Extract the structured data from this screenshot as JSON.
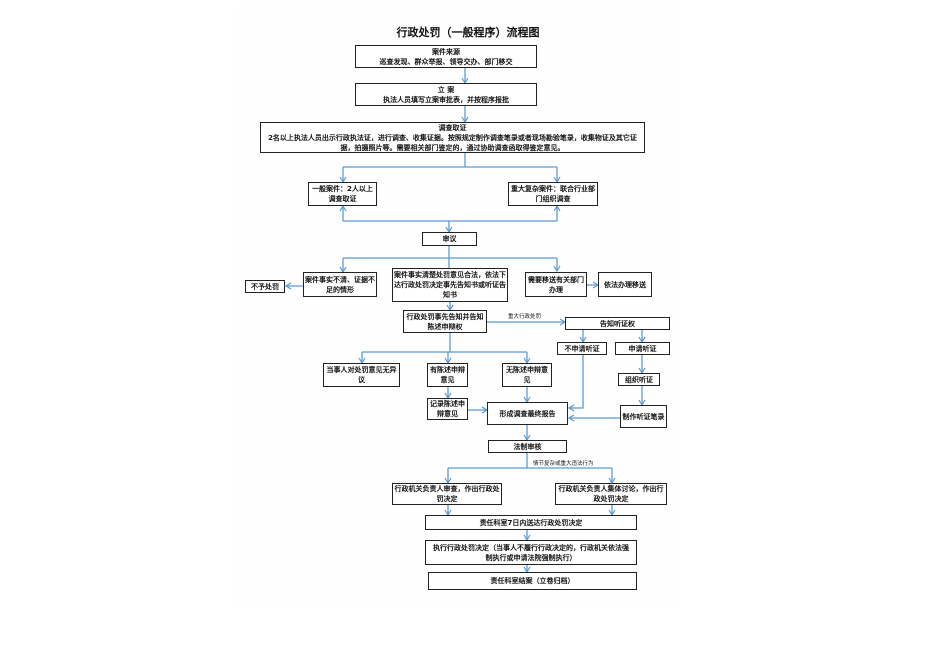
{
  "title": "行政处罚（一般程序）流程图",
  "source": {
    "head": "案件来源",
    "body": "巡查发现、群众举报、领导交办、部门移交"
  },
  "filing": {
    "head": "立  案",
    "body": "执法人员填写立案审批表，并按程序报批"
  },
  "investigation": {
    "head": "调查取证",
    "body": "2名以上执法人员出示行政执法证，进行调查、收集证据。按照规定制作调查笔录或者现场勘验笔录，收集物证及其它证据，拍摄照片等。需要相关部门鉴定的，通过协助调查函取得鉴定意见。"
  },
  "general_case": "一般案件：2人以上调查取证",
  "major_case": "重大复杂案件：联合行业部门组织调查",
  "review": "审议",
  "unclear": "案件事实不清、证据不足的情形",
  "no_penalty": "不予处罚",
  "clear": "案件事实清楚处罚意见合法，依法下达行政处罚决定事先告知书或听证告知书",
  "transfer": "需要移送有关部门办理",
  "transfer_done": "依法办理移送",
  "notify": "行政处罚事先告知并告知陈述申辩权",
  "major_penalty_label": "重大行政处罚",
  "hearing_right": "告知听证权",
  "no_hearing": "不申请听证",
  "apply_hearing": "申请听证",
  "no_objection": "当事人对处罚意见无异议",
  "has_statement": "有陈述申辩意见",
  "no_statement": "无陈述申辩意见",
  "record_statement": "记录陈述申辩意见",
  "final_report": "形成调查最终报告",
  "organize_hearing": "组织听证",
  "hearing_record": "制作听证笔录",
  "legal_review": "法制审核",
  "complex_label": "情节复杂或重大违法行为",
  "head_decision": "行政机关负责人审查，作出行政处罚决定",
  "collective_decision": "行政机关负责人集体讨论，作出行政处罚决定",
  "deliver": "责任科室7日内送达行政处罚决定",
  "execute": "执行行政处罚决定（当事人不履行行政决定的，行政机关依法强制执行或申请法院强制执行）",
  "close": "责任科室结案（立卷归档）",
  "colors": {
    "arrow": "#5b9bd5",
    "border": "#222222"
  }
}
